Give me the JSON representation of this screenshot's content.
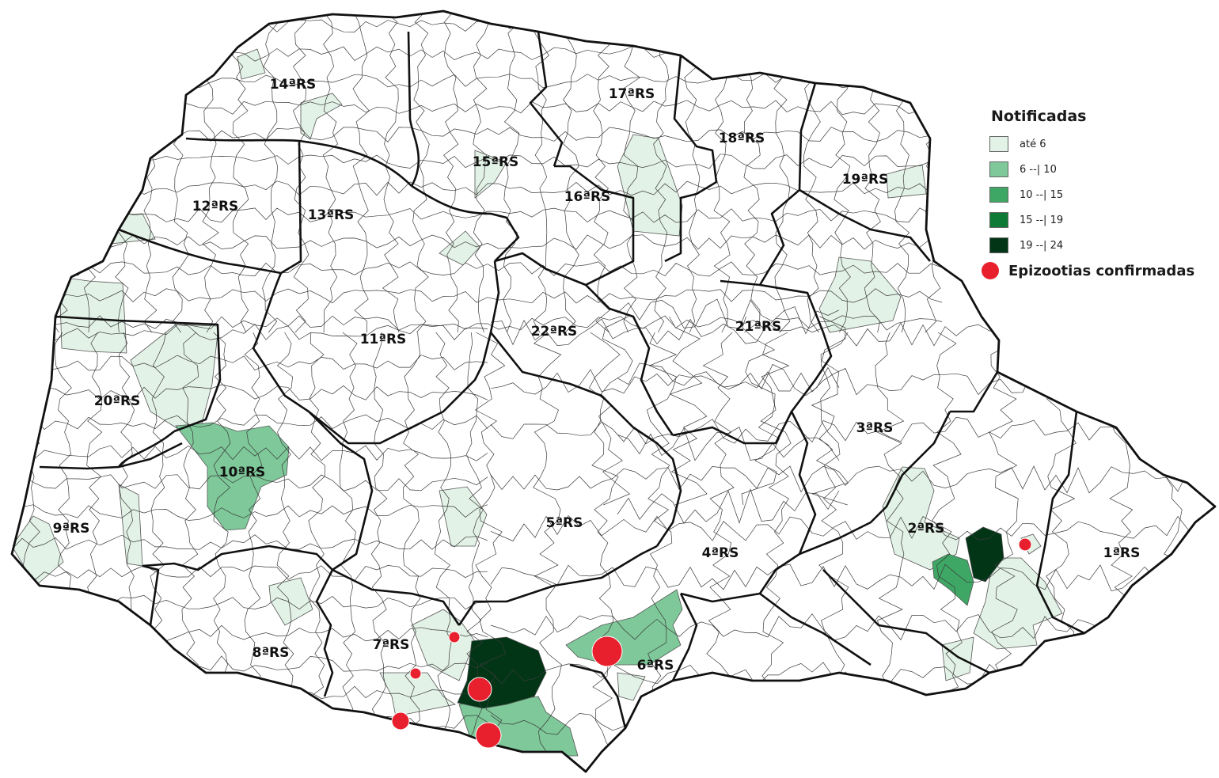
{
  "colors": {
    "none": "#ffffff",
    "c1": "#e3f2e6",
    "c2": "#7ec899",
    "c3": "#3fa765",
    "c4": "#0f7a35",
    "c5": "#013516",
    "epizootia": "#e8202e",
    "border": "#111111"
  },
  "legend": {
    "title": "Notificadas",
    "classes": [
      {
        "label": "até 6",
        "color_key": "c1"
      },
      {
        "label": "6 --| 10",
        "color_key": "c2"
      },
      {
        "label": "10 --| 15",
        "color_key": "c3"
      },
      {
        "label": "15 --| 19",
        "color_key": "c4"
      },
      {
        "label": "19 --| 24",
        "color_key": "c5"
      }
    ],
    "epizootia_label": "Epizootias confirmadas"
  },
  "regions": [
    {
      "label": "14ªRS"
    },
    {
      "label": "17ªRS"
    },
    {
      "label": "18ªRS"
    },
    {
      "label": "15ªRS"
    },
    {
      "label": "19ªRS"
    },
    {
      "label": "16ªRS"
    },
    {
      "label": "12ªRS"
    },
    {
      "label": "13ªRS"
    },
    {
      "label": "11ªRS"
    },
    {
      "label": "22ªRS"
    },
    {
      "label": "21ªRS"
    },
    {
      "label": "20ªRS"
    },
    {
      "label": "3ªRS"
    },
    {
      "label": "10ªRS"
    },
    {
      "label": "5ªRS"
    },
    {
      "label": "2ªRS"
    },
    {
      "label": "9ªRS"
    },
    {
      "label": "4ªRS"
    },
    {
      "label": "1ªRS"
    },
    {
      "label": "7ªRS"
    },
    {
      "label": "8ªRS"
    },
    {
      "label": "6ªRS"
    }
  ]
}
